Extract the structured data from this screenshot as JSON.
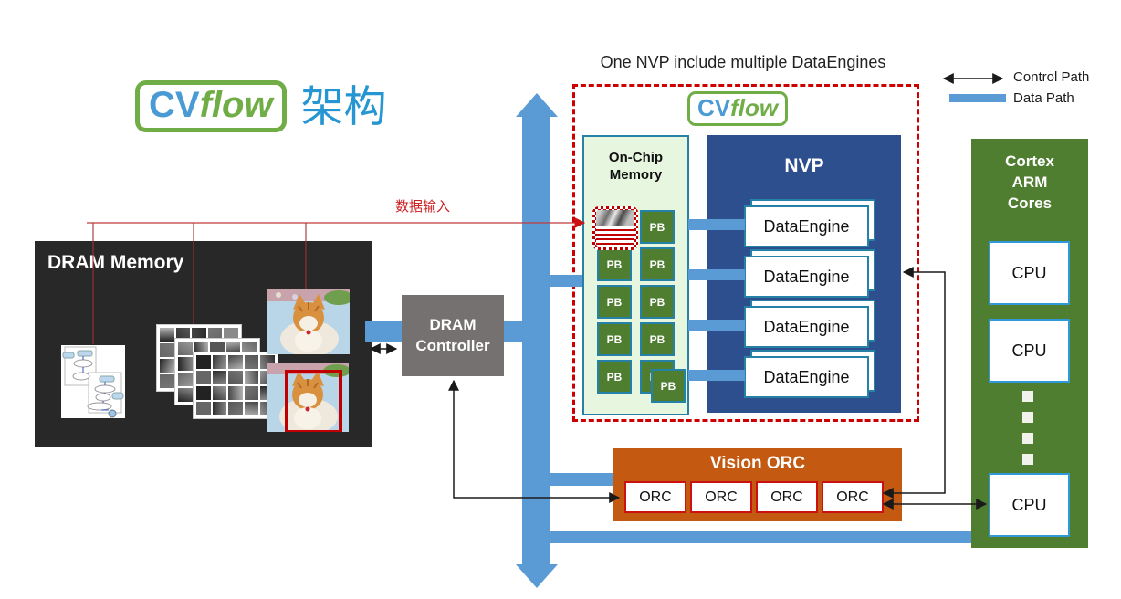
{
  "header": {
    "logo_cv": "CV",
    "logo_flow": "flow",
    "logo_suffix": "架构"
  },
  "annotation": {
    "nvp_note": "One NVP include multiple DataEngines",
    "data_input": "数据输入"
  },
  "legend": {
    "control_label": "Control Path",
    "data_label": "Data Path"
  },
  "dram_memory": {
    "title": "DRAM Memory"
  },
  "dram_controller": {
    "line1": "DRAM",
    "line2": "Controller"
  },
  "cvflow_badge": {
    "cv": "CV",
    "flow": "flow"
  },
  "on_chip": {
    "title_line1": "On-Chip",
    "title_line2": "Memory",
    "pb": "PB"
  },
  "nvp": {
    "title": "NVP",
    "engines": [
      "DataEngine",
      "DataEngine",
      "DataEngine",
      "DataEngine"
    ]
  },
  "vision_orc": {
    "title": "Vision ORC",
    "cores": [
      "ORC",
      "ORC",
      "ORC",
      "ORC"
    ]
  },
  "arm": {
    "line1": "Cortex",
    "line2": "ARM",
    "line3": "Cores",
    "cpus": [
      "CPU",
      "CPU",
      "CPU"
    ]
  },
  "filters": {
    "panels": 3,
    "rows": 4,
    "cols": 5
  },
  "colors": {
    "data_path": "#5b9bd5",
    "nvp_blue": "#2d4f8e",
    "green": "#4f7e31",
    "orange": "#c45911",
    "red": "#c00000",
    "logo_green": "#70ad47",
    "logo_blue": "#4a9bd4",
    "title_blue": "#2596d1",
    "controller_gray": "#767171",
    "dram_black": "#282828"
  }
}
